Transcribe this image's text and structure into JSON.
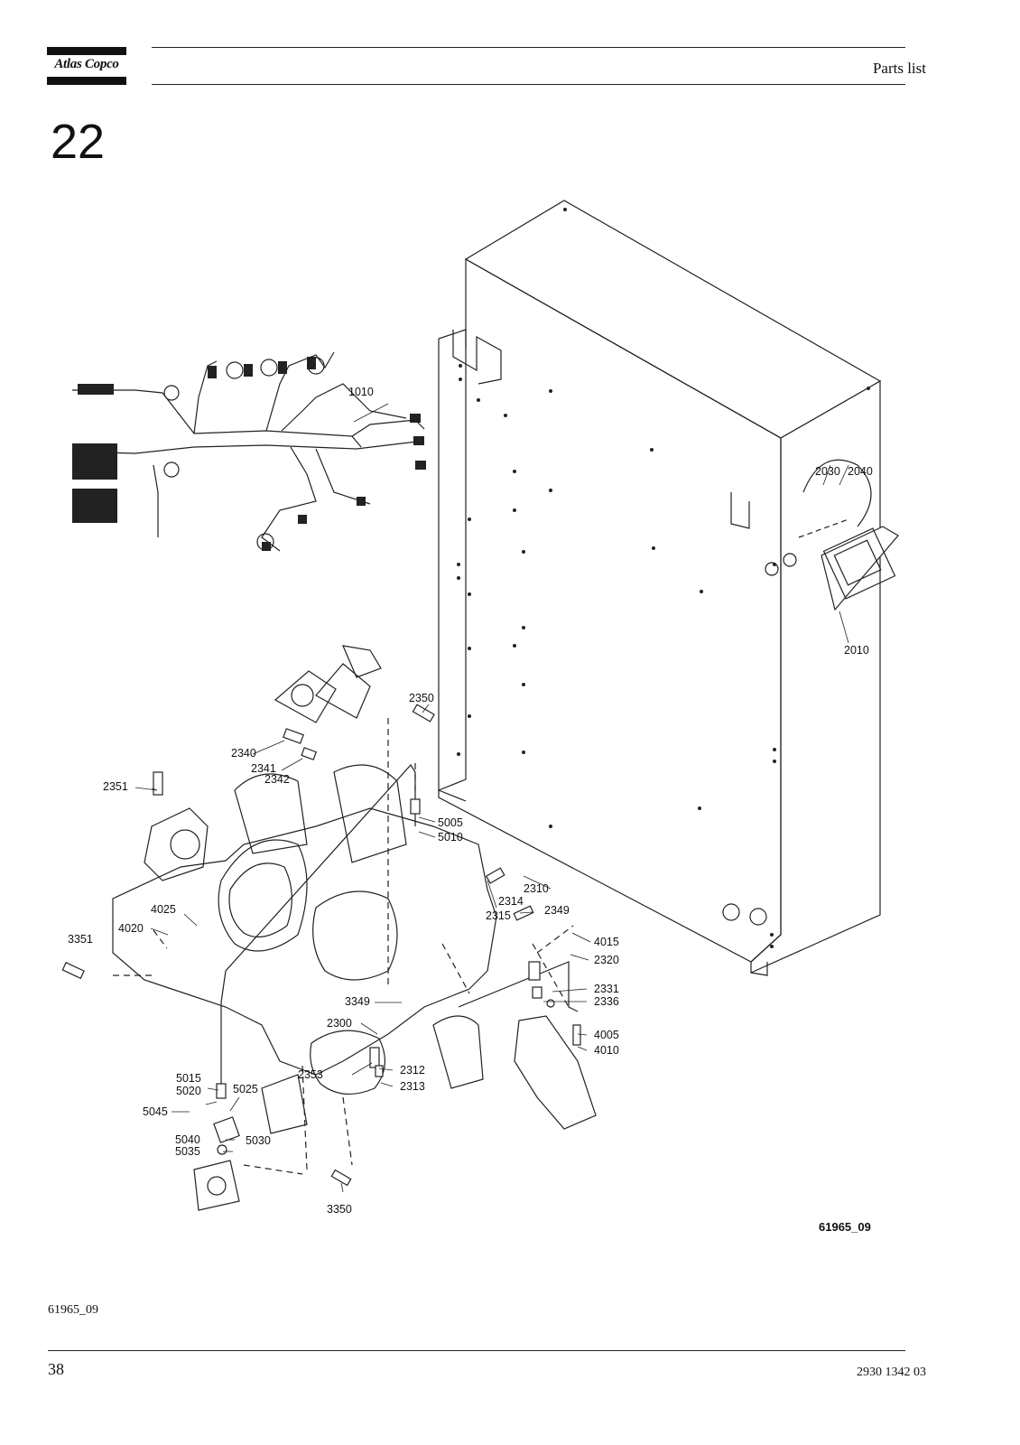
{
  "header": {
    "brand": "Atlas Copco",
    "title": "Parts list"
  },
  "section_number": "22",
  "drawing": {
    "figure_ref": "61965_09",
    "callouts": [
      "1010",
      "2010",
      "2030",
      "2040",
      "2350",
      "2340",
      "2341",
      "2342",
      "2351",
      "5005",
      "5010",
      "2310",
      "2314",
      "2315",
      "2349",
      "4025",
      "4020",
      "3351",
      "4015",
      "2320",
      "2331",
      "2336",
      "3349",
      "2300",
      "4005",
      "4010",
      "2353",
      "2312",
      "2313",
      "5015",
      "5020",
      "5025",
      "5045",
      "5040",
      "5035",
      "5030",
      "3350"
    ]
  },
  "footer": {
    "figure_id": "61965_09",
    "page_number": "38",
    "doc_number": "2930 1342 03"
  }
}
